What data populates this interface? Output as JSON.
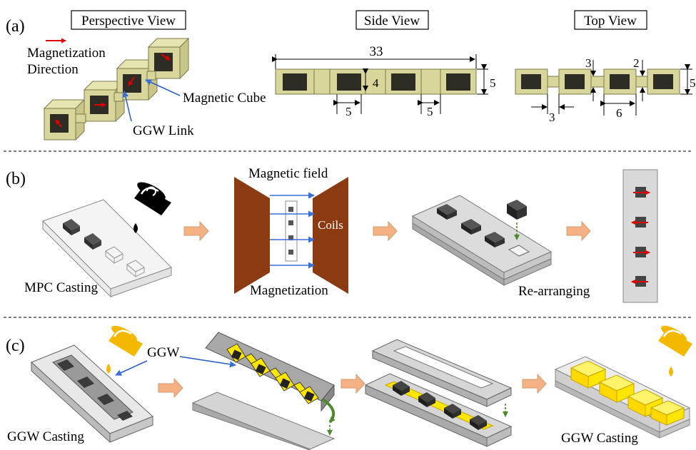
{
  "colors": {
    "ggw_tan": "#d8d69a",
    "ggw_tan_edge": "#7d7a4a",
    "cube_dark": "#2d2d25",
    "magnet_red": "#e00000",
    "arrow_peach": "#f4b183",
    "coil_brown": "#8b3a12",
    "field_blue": "#3a6fd8",
    "gray_base": "#c9c9c9",
    "gold": "#f5b800",
    "yellow": "#ffe600",
    "green": "#4d8a2a"
  },
  "panel_a": {
    "label": "(a)",
    "perspective_title": "Perspective View",
    "side_title": "Side View",
    "top_title": "Top View",
    "legend_line1": "Magnetization",
    "legend_line2": "Direction",
    "magnetic_cube": "Magnetic Cube",
    "ggw_link": "GGW Link",
    "dims": {
      "side_total": "33",
      "side_height": "4",
      "side_outer": "5",
      "side_cube": "5",
      "side_gap": "5",
      "top_a": "3",
      "top_b": "2",
      "top_outer": "5",
      "top_link": "3",
      "top_cube": "6"
    }
  },
  "panel_b": {
    "label": "(b)",
    "mpc_casting": "MPC Casting",
    "magnetic_field": "Magnetic field",
    "coils": "Coils",
    "magnetization": "Magnetization",
    "re_arranging": "Re-arranging"
  },
  "panel_c": {
    "label": "(c)",
    "ggw": "GGW",
    "ggw_casting_left": "GGW Casting",
    "ggw_casting_right": "GGW Casting"
  }
}
